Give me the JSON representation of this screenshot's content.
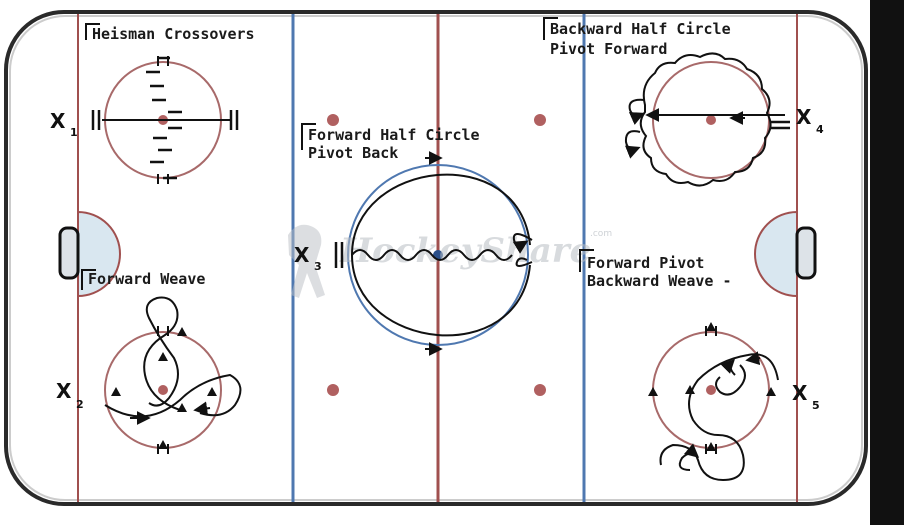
{
  "drills": {
    "heisman": {
      "title": "Heisman Crossovers"
    },
    "backward_half": {
      "line1": "Backward Half Circle",
      "line2": "Pivot Forward"
    },
    "forward_half": {
      "line1": "Forward Half Circle",
      "line2": "Pivot Back"
    },
    "forward_weave": {
      "title": "Forward Weave"
    },
    "forward_pivot": {
      "line1": "Forward Pivot",
      "line2": "Backward Weave -"
    }
  },
  "players": [
    {
      "mark": "X",
      "num": "1"
    },
    {
      "mark": "X",
      "num": "2"
    },
    {
      "mark": "X",
      "num": "3"
    },
    {
      "mark": "X",
      "num": "4"
    },
    {
      "mark": "X",
      "num": "5"
    }
  ],
  "watermark": {
    "text": "HockeyShare",
    "suffix": ".com"
  },
  "colors": {
    "red_line": "#a0504f",
    "blue_line": "#4f78b0",
    "circle": "#a86a6a",
    "dot": "#b06060",
    "ink": "#111111",
    "crease": "#d9e7f0",
    "board": "#222222",
    "shadow": "#111111"
  }
}
